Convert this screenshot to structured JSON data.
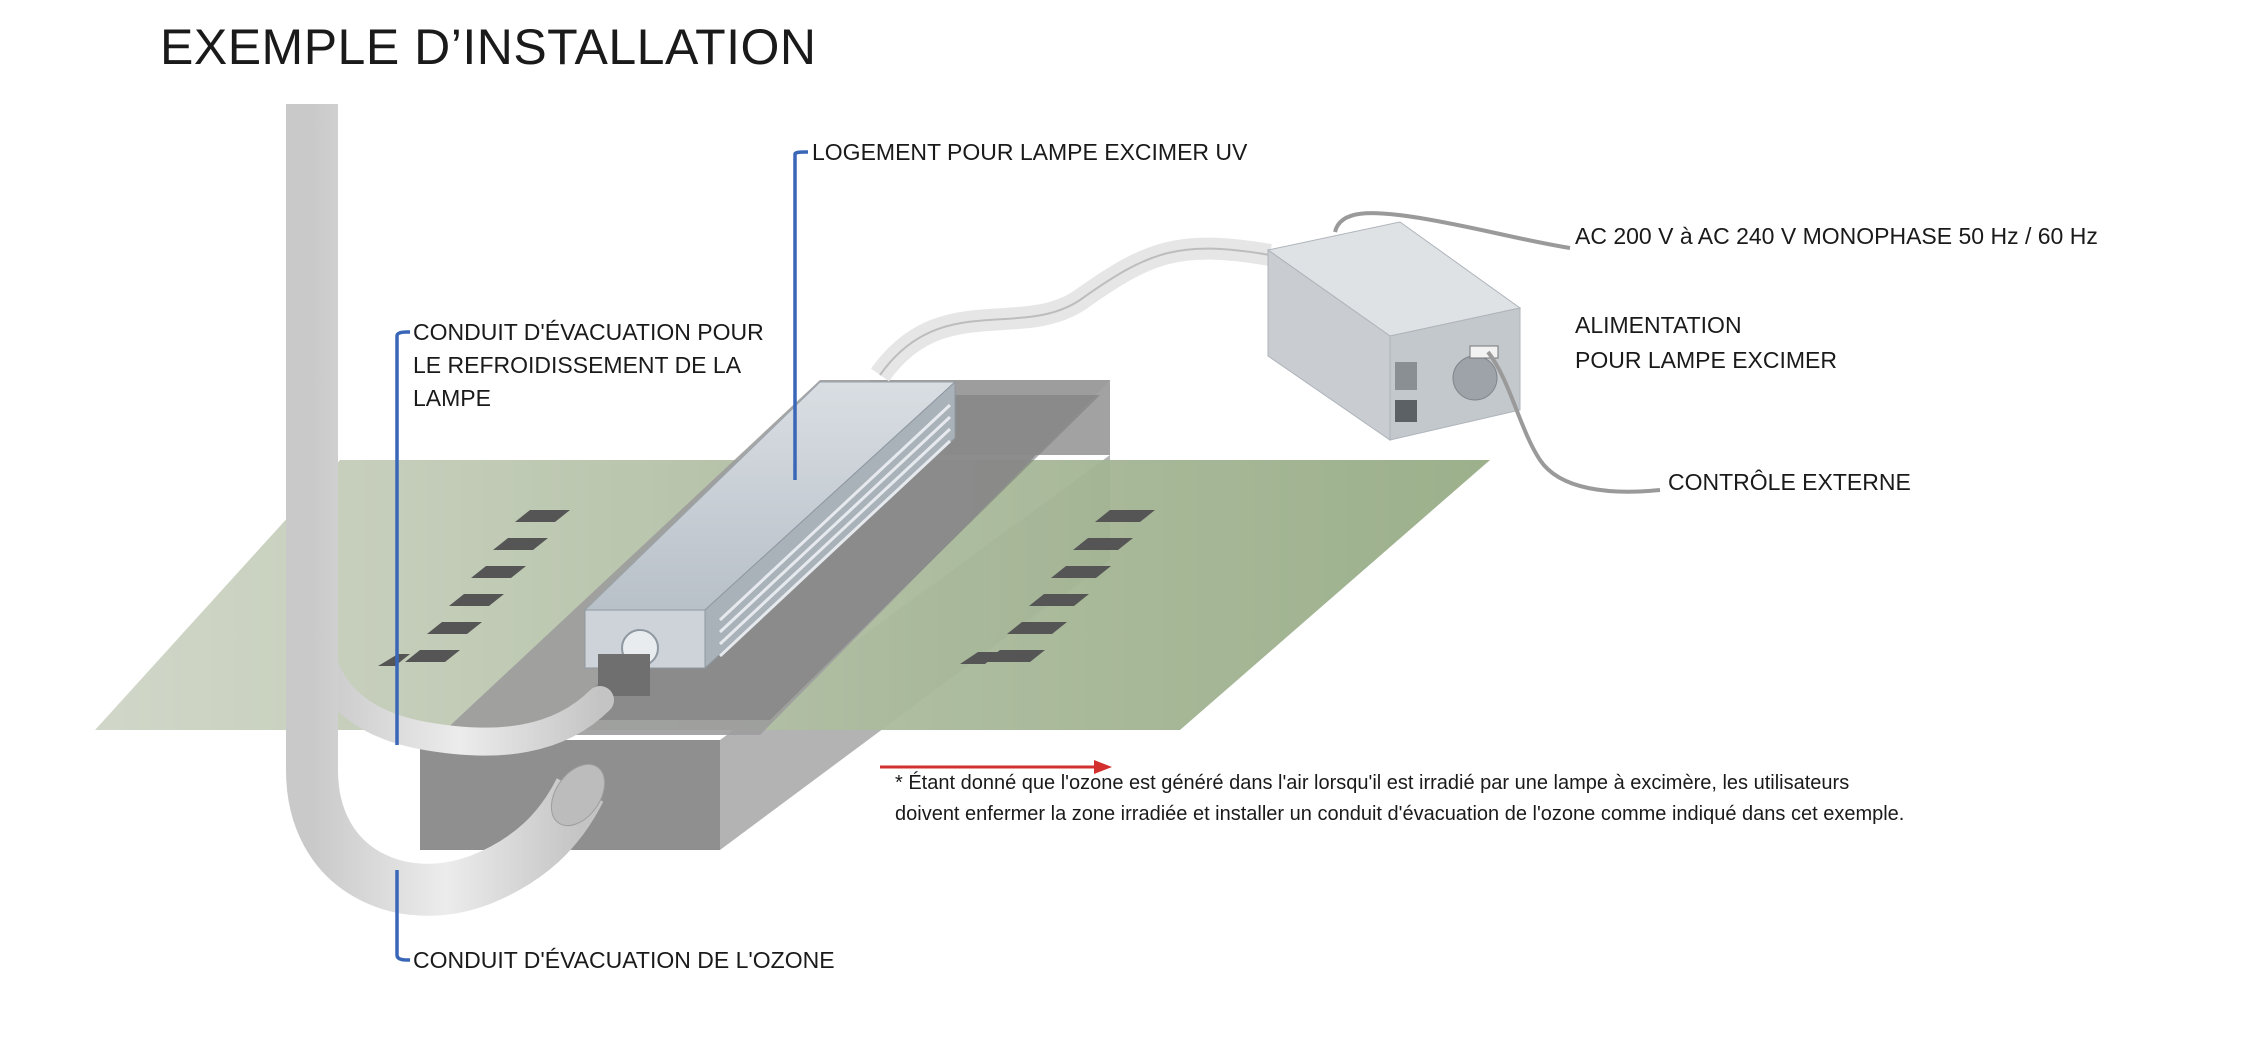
{
  "title": "EXEMPLE D’INSTALLATION",
  "labels": {
    "lamp_housing": "LOGEMENT POUR LAMPE EXCIMER UV",
    "cooling_duct_line1": "CONDUIT D'ÉVACUATION POUR",
    "cooling_duct_line2": "LE REFROIDISSEMENT DE LA",
    "cooling_duct_line3": "LAMPE",
    "ac_supply": "AC 200 V à AC 240 V MONOPHASE 50 Hz / 60 Hz",
    "power_supply_line1": "ALIMENTATION",
    "power_supply_line2": "POUR LAMPE EXCIMER",
    "external_control": "CONTRÔLE EXTERNE",
    "ozone_duct": "CONDUIT D'ÉVACUATION DE L'OZONE"
  },
  "note": "* Étant donné que l'ozone est généré dans l'air lorsqu'il est irradié par une lampe à excimère, les utilisateurs doivent enfermer la zone irradiée et installer un conduit d'évacuation de l'ozone comme indiqué dans cet exemple.",
  "colors": {
    "leader_line": "#3a66b8",
    "arrow": "#d32f2f",
    "plate": "#b7c4a8",
    "housing": "#c4ccd4",
    "duct": "#d8d8d8",
    "base": "#8e8e8e"
  }
}
